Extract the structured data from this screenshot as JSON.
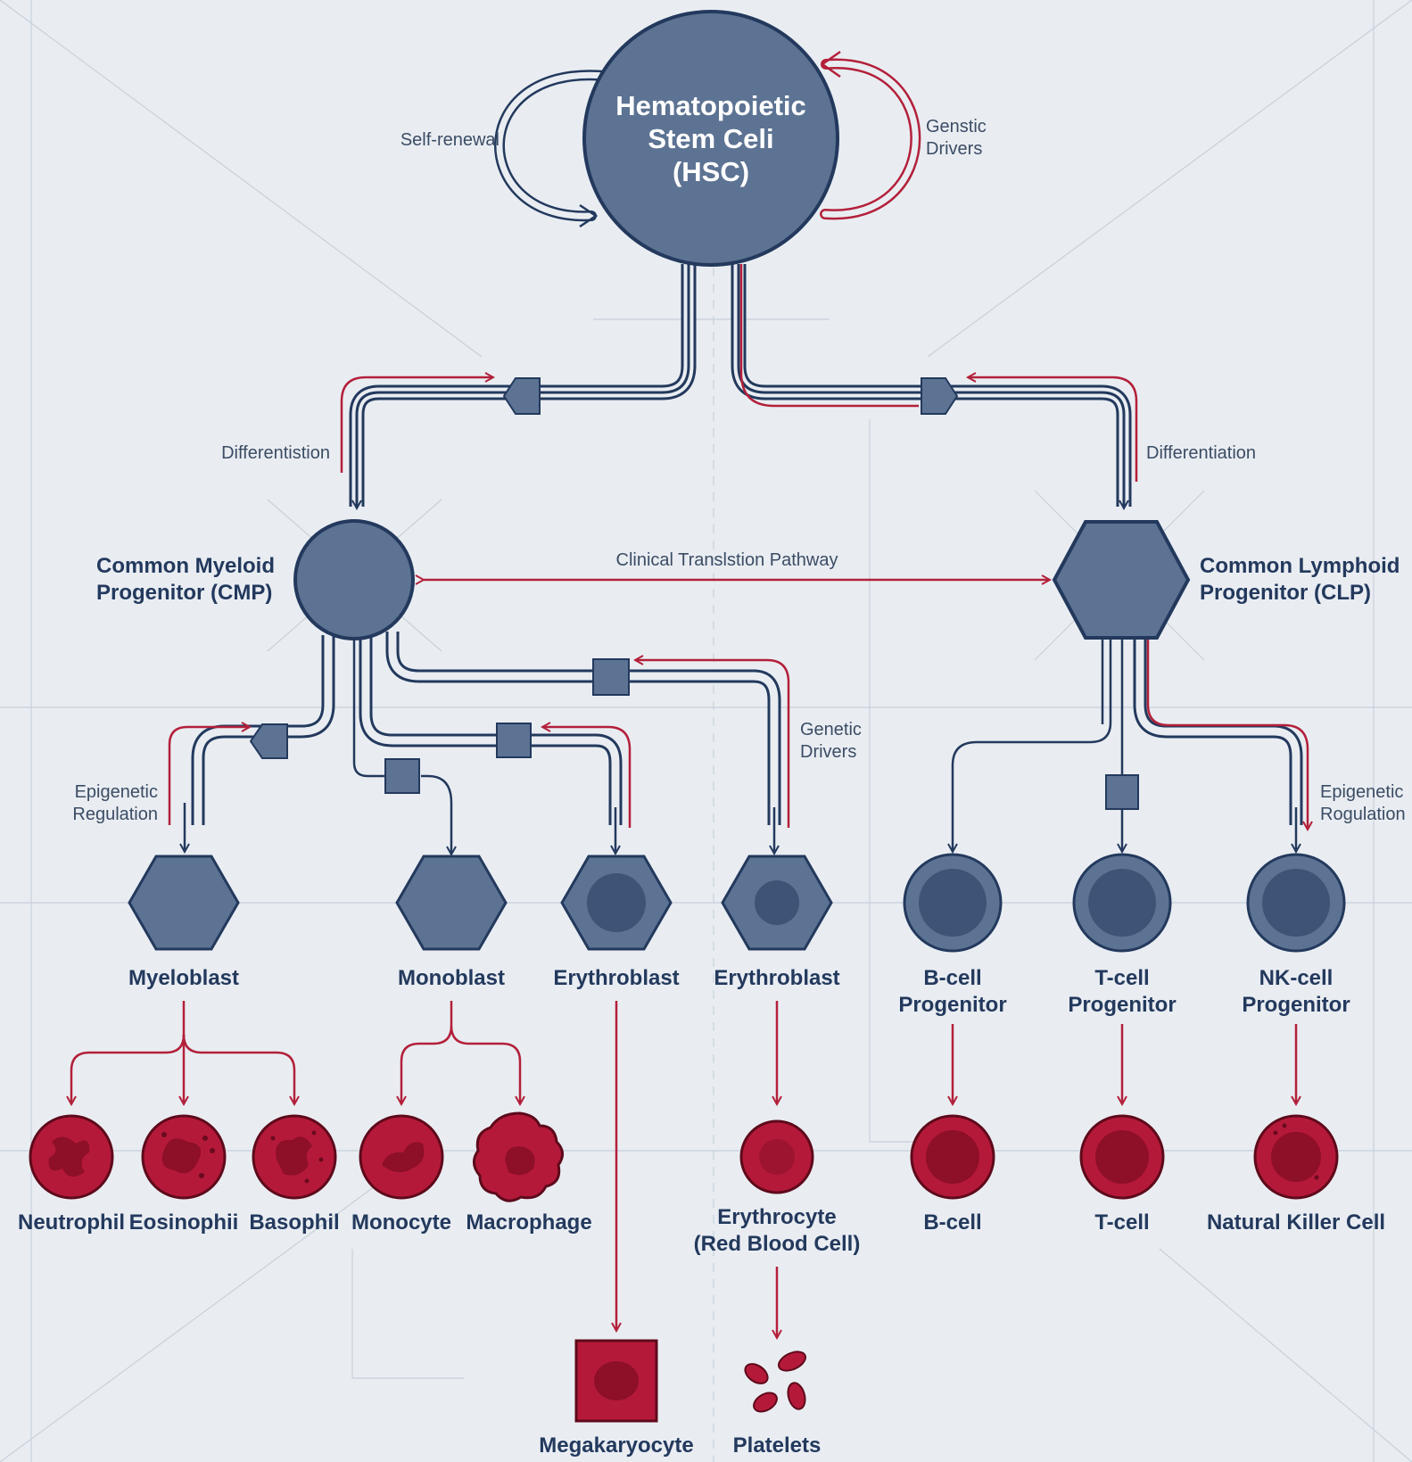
{
  "hsc": {
    "line1": "Hematopoietic",
    "line2": "Stem Celi",
    "line3": "(HSC)"
  },
  "annotations": {
    "self_renewal": "Self-renewal",
    "top_drivers_1": "Genstic",
    "top_drivers_2": "Drivers",
    "diff_left": "Differentistion",
    "diff_right": "Differentiation",
    "clinical": "Clinical Translstion Pathway",
    "mid_drivers_1": "Genetic",
    "mid_drivers_2": "Drivers",
    "epi_left_1": "Epigenetic",
    "epi_left_2": "Regulation",
    "epi_right_1": "Epigenetic",
    "epi_right_2": "Rogulation"
  },
  "progenitors": {
    "cmp_1": "Common Myeloid",
    "cmp_2": "Progenitor (CMP)",
    "clp_1": "Common Lymphoid",
    "clp_2": "Progenitor (CLP)"
  },
  "blasts": {
    "myeloblast": "Myeloblast",
    "monoblast": "Monoblast",
    "erythroblast_1": "Erythroblast",
    "erythroblast_2": "Erythroblast",
    "bcell_prog_1": "B-cell",
    "bcell_prog_2": "Progenitor",
    "tcell_prog_1": "T-cell",
    "tcell_prog_2": "Progenitor",
    "nk_prog_1": "NK-cell",
    "nk_prog_2": "Progenitor"
  },
  "mature": {
    "neutrophil": "Neutrophil",
    "eosinophil": "Eosinophii",
    "basophil": "Basophil",
    "monocyte": "Monocyte",
    "macrophage": "Macrophage",
    "erythrocyte_1": "Erythrocyte",
    "erythrocyte_2": "(Red Blood Cell)",
    "bcell": "B-cell",
    "tcell": "T-cell",
    "nk": "Natural Killer Cell",
    "megakaryocyte": "Megakaryocyte",
    "platelets": "Platelets"
  },
  "colors": {
    "navy": "#23395d",
    "slate": "#5d7393",
    "dark_slate": "#3d5476",
    "crimson": "#b3203a",
    "cell_red": "#b5193a",
    "cell_dark": "#8d0f28",
    "background": "#e9edf2"
  }
}
